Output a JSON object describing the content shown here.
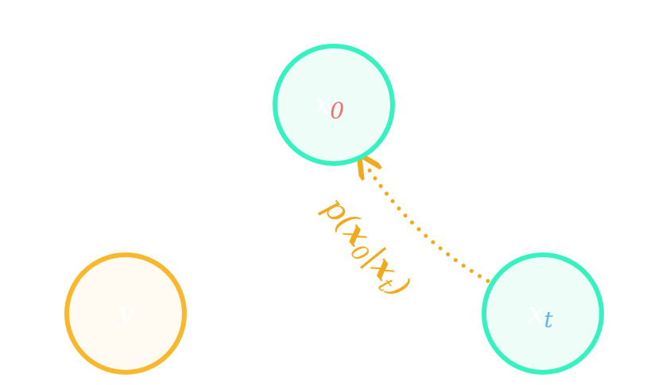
{
  "colors": {
    "teal": "#35f2c0",
    "teal_fill": "#effdf9",
    "orange": "#f9b82c",
    "orange_fill": "#fffaf2",
    "edge": "#f2a91c",
    "subscript_red": "#f07070",
    "subscript_blue": "#60b4f0"
  },
  "nodes": {
    "x0": {
      "base": "x",
      "sub": "0"
    },
    "xt": {
      "base": "x",
      "sub": "t"
    },
    "y": {
      "base": "y"
    }
  },
  "edge": {
    "label_fn": "p(",
    "label_x0": "x",
    "label_sub0": "0",
    "label_bar": "|",
    "label_xt": "x",
    "label_subt": "t",
    "label_close": ")"
  }
}
